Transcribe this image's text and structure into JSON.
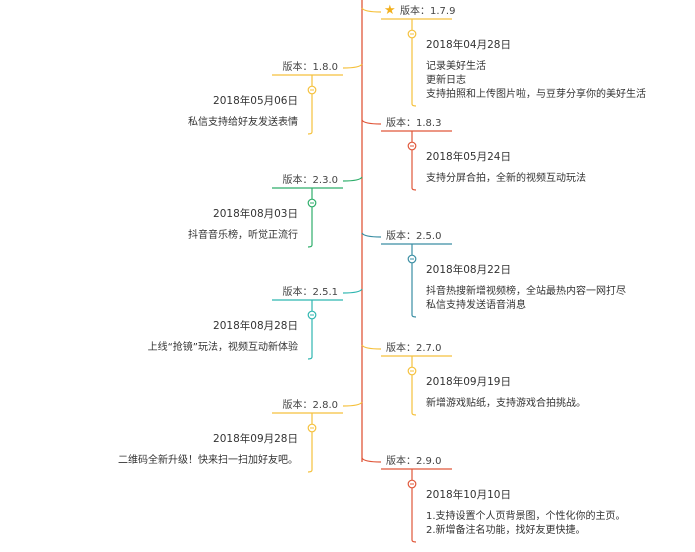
{
  "timeline": {
    "entries": [
      {
        "side": "right",
        "version": "版本：1.7.9",
        "date": "2018年04月28日",
        "notes": [
          "记录美好生活",
          "更新日志",
          "支持拍照和上传图片啦，与豆芽分享你的美好生活"
        ],
        "color": "#f5c13d",
        "starred": true
      },
      {
        "side": "left",
        "version": "版本：1.8.0",
        "date": "2018年05月06日",
        "notes": [
          "私信支持给好友发送表情"
        ],
        "color": "#f5c13d"
      },
      {
        "side": "right",
        "version": "版本：1.8.3",
        "date": "2018年05月24日",
        "notes": [
          "支持分屏合拍，全新的视频互动玩法"
        ],
        "color": "#e0573a"
      },
      {
        "side": "left",
        "version": "版本：2.3.0",
        "date": "2018年08月03日",
        "notes": [
          "抖音音乐榜，听觉正流行"
        ],
        "color": "#2fae6b"
      },
      {
        "side": "right",
        "version": "版本：2.5.0",
        "date": "2018年08月22日",
        "notes": [
          "抖音热搜新增视频榜，全站最热内容一网打尽",
          "私信支持发送语音消息"
        ],
        "color": "#3a8ea3"
      },
      {
        "side": "left",
        "version": "版本：2.5.1",
        "date": "2018年08月28日",
        "notes": [
          "上线“抢镜”玩法，视频互动新体验"
        ],
        "color": "#2fb6b0"
      },
      {
        "side": "right",
        "version": "版本：2.7.0",
        "date": "2018年09月19日",
        "notes": [
          "新增游戏贴纸，支持游戏合拍挑战。"
        ],
        "color": "#f5c13d"
      },
      {
        "side": "left",
        "version": "版本：2.8.0",
        "date": "2018年09月28日",
        "notes": [
          "二维码全新升级！快来扫一扫加好友吧。"
        ],
        "color": "#f5c13d"
      },
      {
        "side": "right",
        "version": "版本：2.9.0",
        "date": "2018年10月10日",
        "notes": [
          "1.支持设置个人页背景图，个性化你的主页。",
          "2.新增备注名功能，找好友更快捷。"
        ],
        "color": "#e0573a"
      }
    ],
    "trunk_color": "#e0573a"
  }
}
